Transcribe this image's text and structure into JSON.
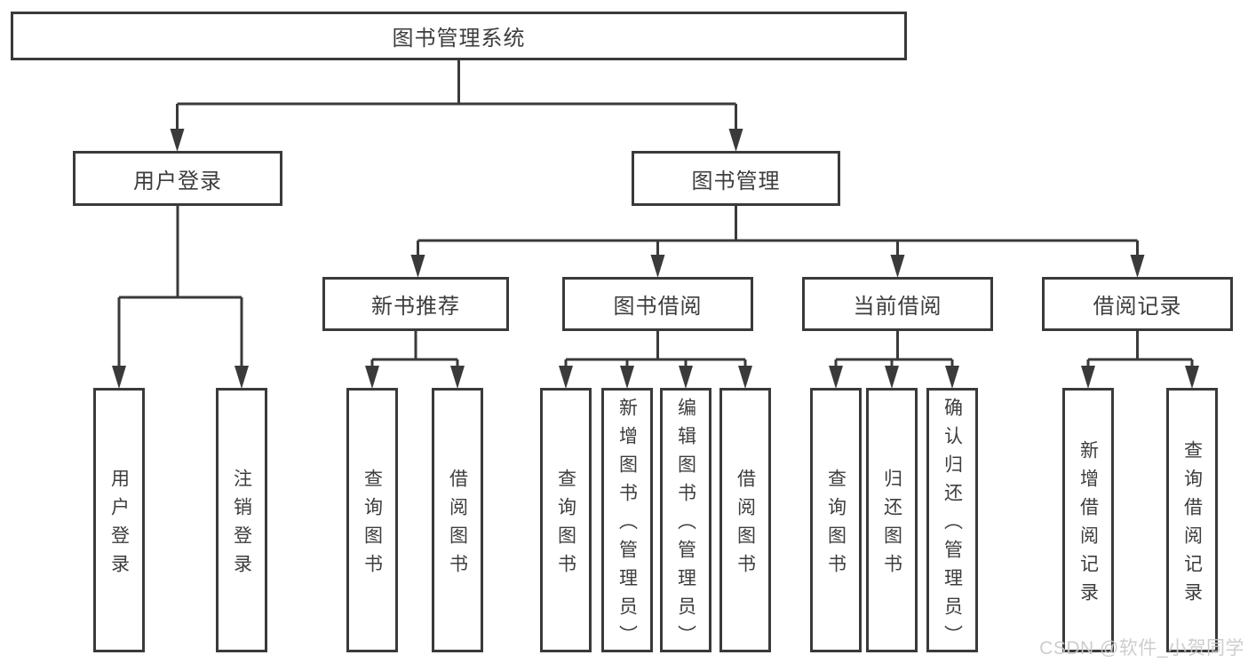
{
  "diagram": {
    "title": "图书管理系统",
    "root": {
      "label": "图书管理系统"
    },
    "level2": [
      {
        "label": "用户登录"
      },
      {
        "label": "图书管理"
      }
    ],
    "level3": [
      {
        "label": "新书推荐"
      },
      {
        "label": "图书借阅"
      },
      {
        "label": "当前借阅"
      },
      {
        "label": "借阅记录"
      }
    ],
    "leaves": [
      {
        "label": "用户登录"
      },
      {
        "label": "注销登录"
      },
      {
        "label": "查询图书"
      },
      {
        "label": "借阅图书"
      },
      {
        "label": "查询图书"
      },
      {
        "label": "新增图书（管理员）"
      },
      {
        "label": "编辑图书（管理员）"
      },
      {
        "label": "借阅图书"
      },
      {
        "label": "查询图书"
      },
      {
        "label": "归还图书"
      },
      {
        "label": "确认归还（管理员）"
      },
      {
        "label": "新增借阅记录"
      },
      {
        "label": "查询借阅记录"
      }
    ],
    "edges": [
      [
        "图书管理系统",
        "用户登录"
      ],
      [
        "图书管理系统",
        "图书管理"
      ],
      [
        "用户登录",
        "用户登录(叶)"
      ],
      [
        "用户登录",
        "注销登录"
      ],
      [
        "图书管理",
        "新书推荐"
      ],
      [
        "图书管理",
        "图书借阅"
      ],
      [
        "图书管理",
        "当前借阅"
      ],
      [
        "图书管理",
        "借阅记录"
      ],
      [
        "新书推荐",
        "查询图书"
      ],
      [
        "新书推荐",
        "借阅图书"
      ],
      [
        "图书借阅",
        "查询图书"
      ],
      [
        "图书借阅",
        "新增图书（管理员）"
      ],
      [
        "图书借阅",
        "编辑图书（管理员）"
      ],
      [
        "图书借阅",
        "借阅图书"
      ],
      [
        "当前借阅",
        "查询图书"
      ],
      [
        "当前借阅",
        "归还图书"
      ],
      [
        "当前借阅",
        "确认归还（管理员）"
      ],
      [
        "借阅记录",
        "新增借阅记录"
      ],
      [
        "借阅记录",
        "查询借阅记录"
      ]
    ]
  },
  "watermark": {
    "text": "CSDN @软件_小贺同学"
  },
  "colors": {
    "line": "#3a3a3a",
    "box_border": "#3a3a3a",
    "text": "#3d3d3d",
    "background": "#ffffff",
    "watermark": "#c9c9c9"
  }
}
